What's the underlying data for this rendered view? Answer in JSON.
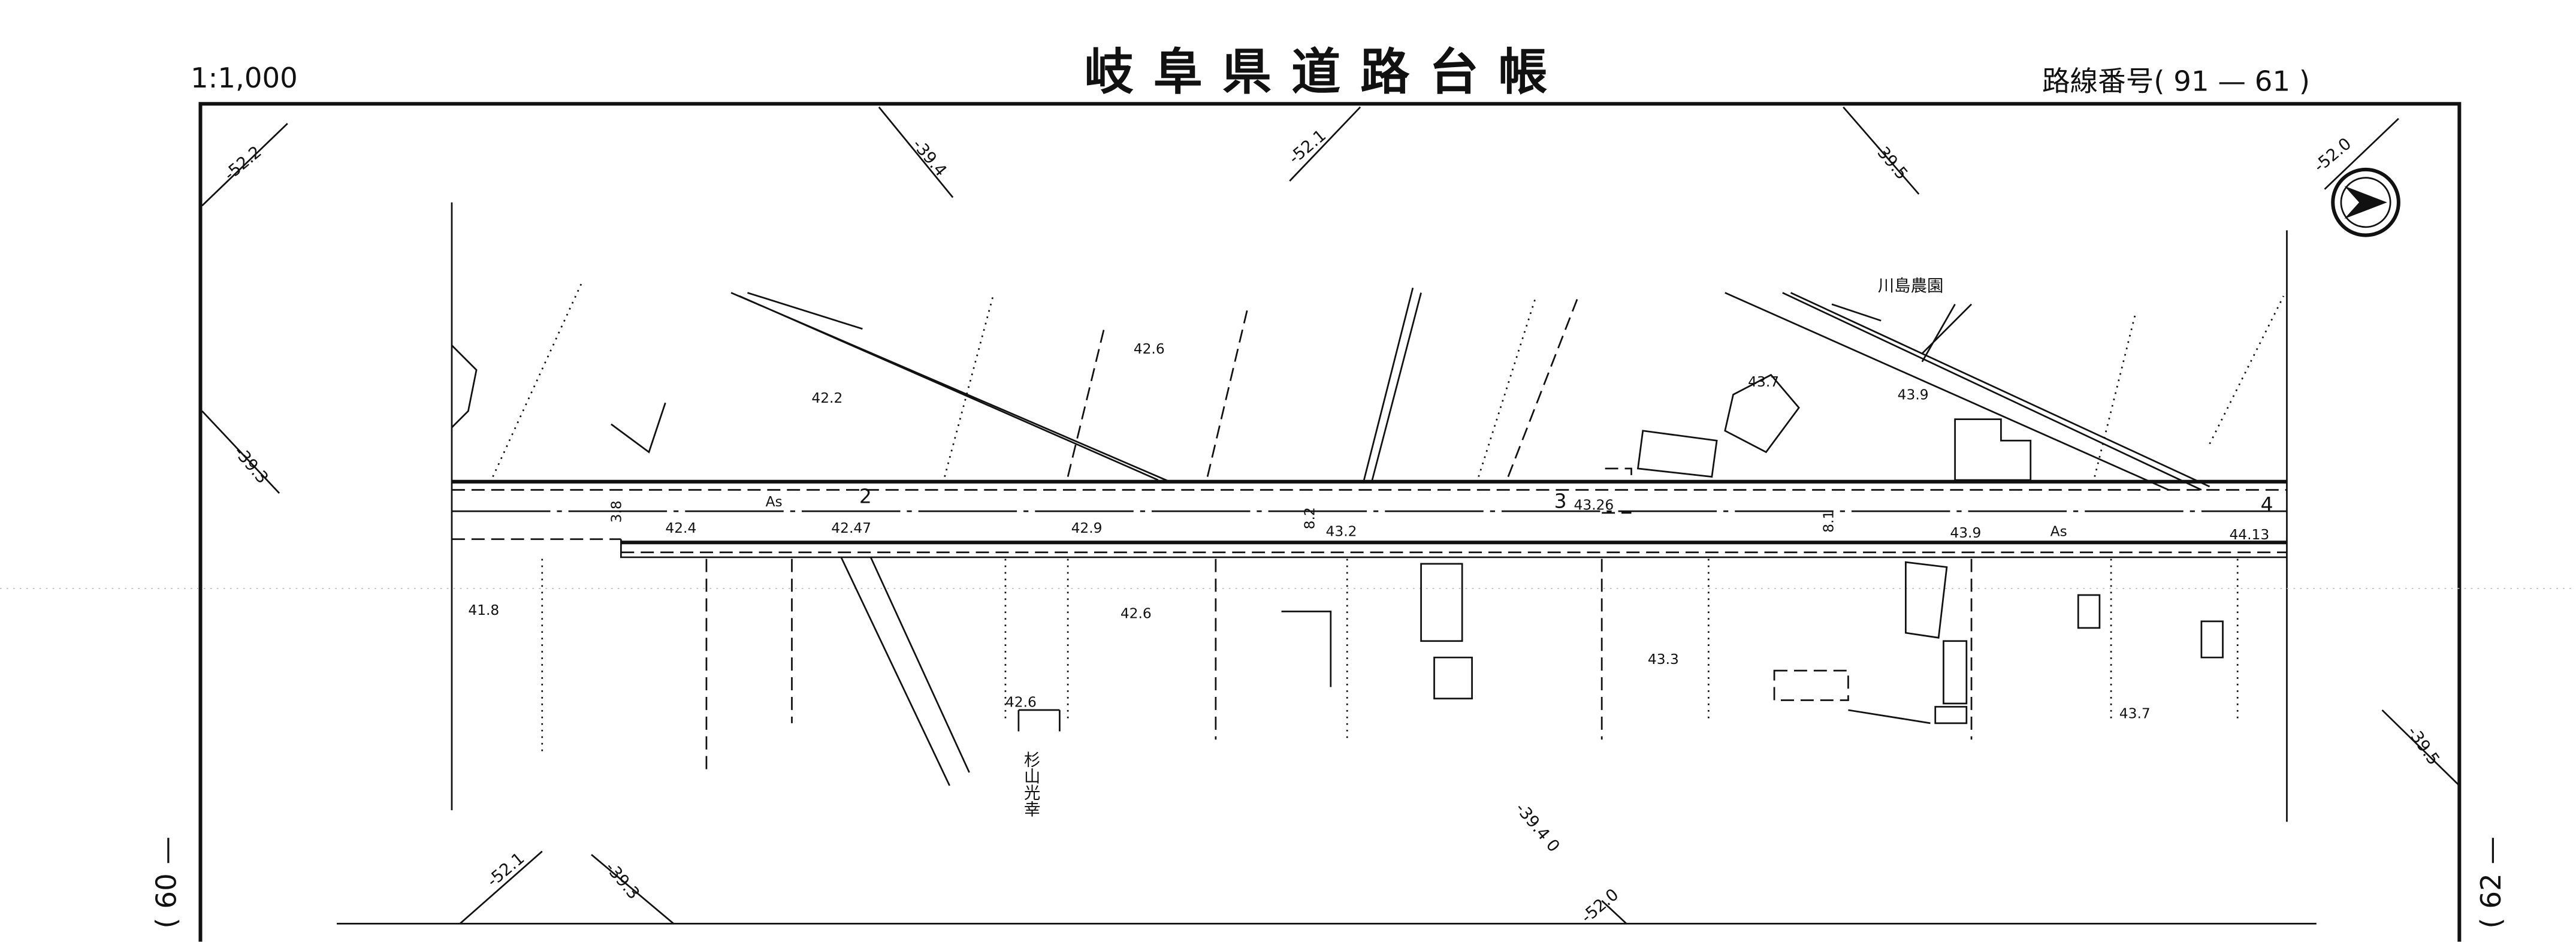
{
  "header": {
    "scale": "1:1,000",
    "title": "岐阜県道路台帳",
    "route_label": "路線番号( 91 — 61 )"
  },
  "adjacent_sheets": {
    "left": "( 60 —",
    "right": "( 62 —"
  },
  "contours": [
    "-52.2",
    "-39.4",
    "-52.1",
    "-39.5",
    "-52.0",
    "-39.3",
    "-39.5",
    "-52.1",
    "-39.3",
    "-39.4 0",
    "-52.0"
  ],
  "elevations": [
    "42.2",
    "42.6",
    "43.7",
    "43.9",
    "42.4",
    "42.47",
    "42.9",
    "43.2",
    "43.26",
    "43.9",
    "44.13",
    "41.8",
    "42.6",
    "42.6",
    "43.3",
    "43.7"
  ],
  "stations": [
    "2",
    "3",
    "4"
  ],
  "surface": [
    "As",
    "As"
  ],
  "widths": [
    "3.8",
    "8.2",
    "8.1"
  ],
  "names": {
    "farm": "川島農園",
    "owner": "杉山光幸"
  }
}
